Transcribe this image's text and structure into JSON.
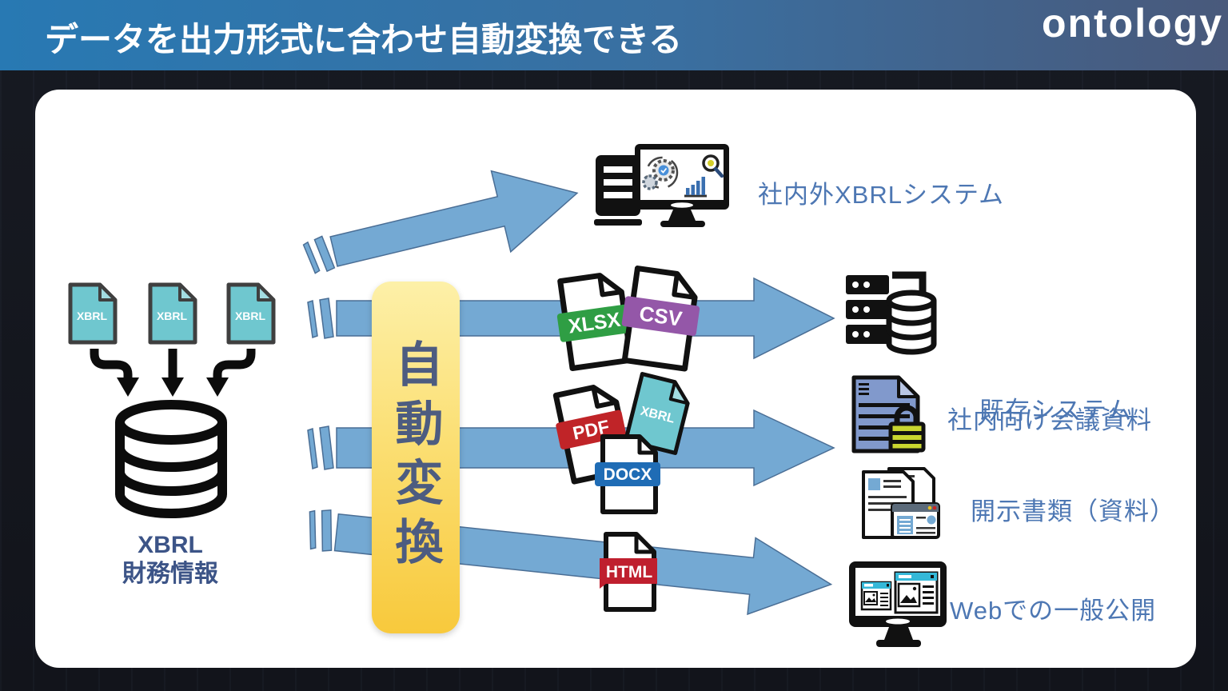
{
  "header": {
    "title": "データを出力形式に合わせ自動変換できる",
    "logo": "ontology"
  },
  "source": {
    "file_labels": [
      "XBRL",
      "XBRL",
      "XBRL"
    ],
    "db_caption_line1": "XBRL",
    "db_caption_line2": "財務情報"
  },
  "converter": {
    "label": "自動変換"
  },
  "rows": {
    "r1": {
      "label": "社内外XBRLシステム"
    },
    "r2": {
      "label": "既存システム",
      "badge1": "XLSX",
      "badge2": "CSV"
    },
    "r3": {
      "label_a": "社内向け会議資料",
      "label_b": "開示書類（資料）",
      "badge1": "PDF",
      "badge2": "XBRL",
      "badge3": "DOCX"
    },
    "r4": {
      "label": "Webでの一般公開",
      "badge1": "HTML"
    }
  },
  "colors": {
    "arrow_fill": "#74a9d3",
    "arrow_stroke": "#4a6e95",
    "xlsx_badge": "#2f9e44",
    "csv_badge": "#9457a8",
    "pdf_badge": "#c02428",
    "docx_badge": "#1f6cb5",
    "html_badge": "#bf1f2e",
    "xbrl_file": "#6fc7cf",
    "highlight": "#f8c93c",
    "label_blue": "#4d77b3"
  }
}
